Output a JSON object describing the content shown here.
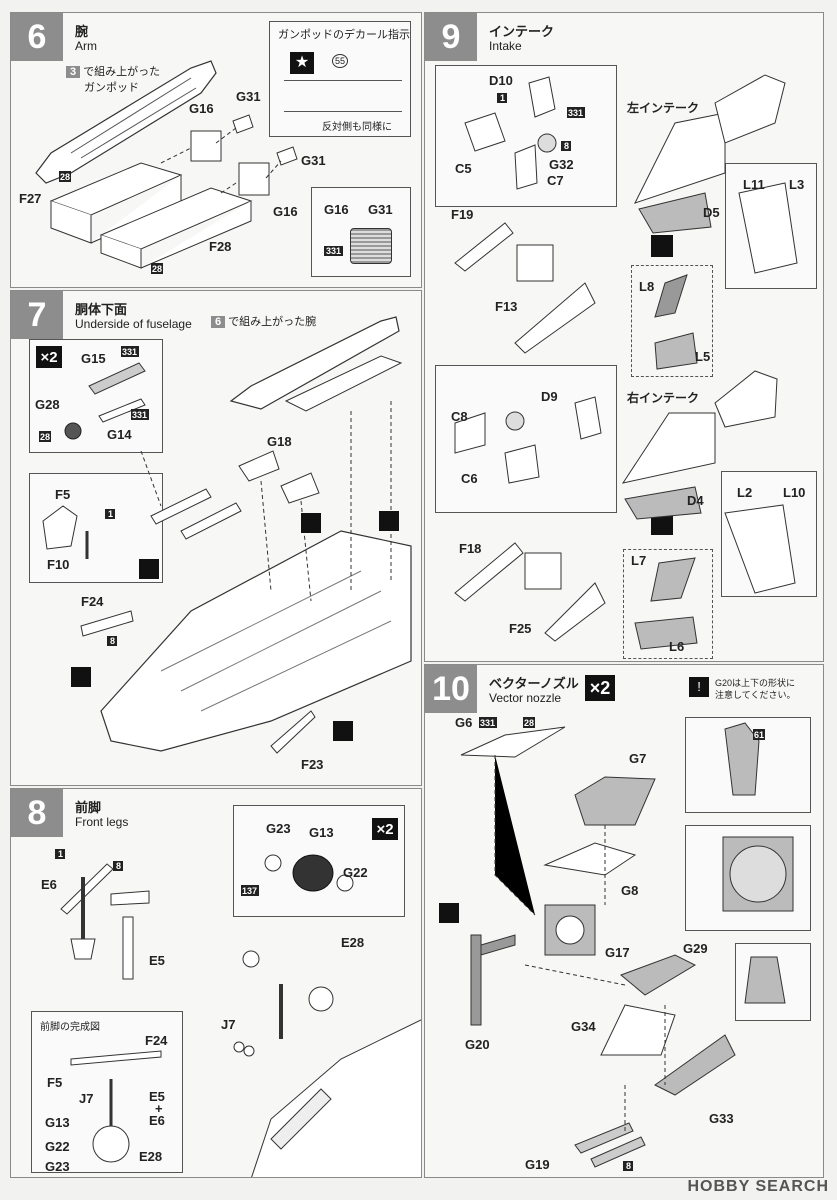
{
  "steps": [
    {
      "num": "6",
      "title_jp": "腕",
      "title_en": "Arm"
    },
    {
      "num": "7",
      "title_jp": "胴体下面",
      "title_en": "Underside of fuselage"
    },
    {
      "num": "8",
      "title_jp": "前脚",
      "title_en": "Front legs"
    },
    {
      "num": "9",
      "title_jp": "インテーク",
      "title_en": "Intake"
    },
    {
      "num": "10",
      "title_jp": "ベクターノズル",
      "title_en": "Vector nozzle"
    }
  ],
  "step6": {
    "ref_num": "3",
    "ref_text_l1": "で組み上がった",
    "ref_text_l2": "ガンポッド",
    "decal_title": "ガンポッドのデカール指示",
    "decal_num": "55",
    "decal_note": "反対側も同様に",
    "parts": {
      "g16a": "G16",
      "g31a": "G31",
      "g16b": "G16",
      "g31b": "G31",
      "f27": "F27",
      "f28": "F28",
      "c28a": "28",
      "c28b": "28"
    },
    "detail": {
      "g16": "G16",
      "g31": "G31",
      "c331": "331"
    }
  },
  "step7": {
    "ref_num": "6",
    "ref_text": "で組み上がった腕",
    "x2": "×2",
    "parts": {
      "g15": "G15",
      "g28": "G28",
      "g14": "G14",
      "c331a": "331",
      "c331b": "331",
      "c28": "28",
      "g18": "G18",
      "f5": "F5",
      "f10": "F10",
      "f24": "F24",
      "f23": "F23",
      "n1": "1",
      "n8": "8"
    }
  },
  "step8": {
    "x2": "×2",
    "parts": {
      "g23": "G23",
      "g13": "G13",
      "g22": "G22",
      "c137": "137",
      "e6": "E6",
      "e5": "E5",
      "e28": "E28",
      "j7": "J7",
      "n1": "1",
      "n8": "8"
    },
    "completed_title": "前脚の完成図",
    "completed": {
      "f24": "F24",
      "f5": "F5",
      "j7": "J7",
      "e5": "E5",
      "plus": "+",
      "e6": "E6",
      "g13": "G13",
      "g22": "G22",
      "g23": "G23",
      "e28": "E28"
    }
  },
  "step9": {
    "left_title": "左インテーク",
    "right_title": "右インテーク",
    "parts": {
      "d10": "D10",
      "c5": "C5",
      "c7": "C7",
      "g32": "G32",
      "f19": "F19",
      "f13": "F13",
      "d5": "D5",
      "l11": "L11",
      "l3": "L3",
      "l8": "L8",
      "l5": "L5",
      "c8": "C8",
      "d9": "D9",
      "c6": "C6",
      "f18": "F18",
      "f25": "F25",
      "d4": "D4",
      "l2": "L2",
      "l10": "L10",
      "l7": "L7",
      "l6": "L6",
      "c331": "331",
      "n1": "1",
      "n8": "8"
    }
  },
  "step10": {
    "x2": "×2",
    "note_l1": "G20は上下の形状に",
    "note_l2": "注意してください。",
    "parts": {
      "g6": "G6",
      "g7": "G7",
      "g8": "G8",
      "g17": "G17",
      "g20": "G20",
      "g29": "G29",
      "g34": "G34",
      "g33": "G33",
      "g19": "G19",
      "c331": "331",
      "c28": "28",
      "c61": "61",
      "n8": "8"
    }
  },
  "watermark": "HOBBY SEARCH"
}
